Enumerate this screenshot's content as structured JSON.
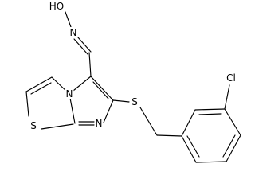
{
  "molecule": {
    "atom_labels": {
      "hydroxyl": "HO",
      "oxime_n": "N",
      "bridge_n": "N",
      "ring_n": "N",
      "ring_s": "S",
      "thioether_s": "S",
      "chlorine": "Cl"
    }
  }
}
